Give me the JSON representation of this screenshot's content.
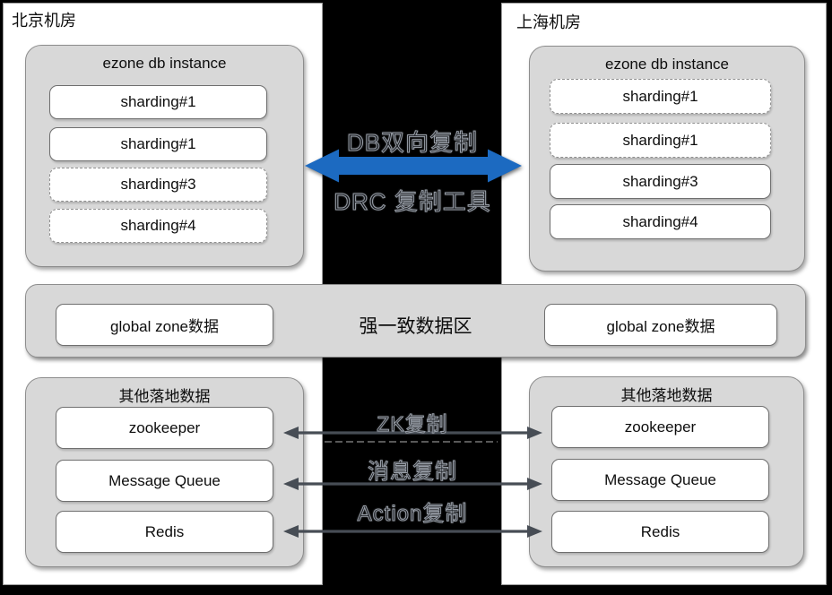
{
  "beijing": {
    "title": "北京机房",
    "db": {
      "title": "ezone db instance",
      "shards": [
        {
          "label": "sharding#1",
          "border": "solid"
        },
        {
          "label": "sharding#1",
          "border": "solid"
        },
        {
          "label": "sharding#3",
          "border": "dashed"
        },
        {
          "label": "sharding#4",
          "border": "dashed"
        }
      ]
    },
    "global_zone": "global zone数据",
    "other": {
      "title": "其他落地数据",
      "items": [
        "zookeeper",
        "Message Queue",
        "Redis"
      ]
    }
  },
  "shanghai": {
    "title": "上海机房",
    "db": {
      "title": "ezone db instance",
      "shards": [
        {
          "label": "sharding#1",
          "border": "dashed"
        },
        {
          "label": "sharding#1",
          "border": "dashed"
        },
        {
          "label": "sharding#3",
          "border": "solid"
        },
        {
          "label": "sharding#4",
          "border": "solid"
        }
      ]
    },
    "global_zone": "global zone数据",
    "other": {
      "title": "其他落地数据",
      "items": [
        "zookeeper",
        "Message Queue",
        "Redis"
      ]
    }
  },
  "center": {
    "db_replication": "DB双向复制",
    "drc_tool": "DRC 复制工具",
    "strong_consistency": "强一致数据区",
    "links": [
      "ZK复制",
      "消息复制",
      "Action复制"
    ],
    "colors": {
      "arrow_blue": "#1c6ac1",
      "arrow_gray": "#474d55",
      "hairline": "#cfcfcf",
      "panel_gray": "#d8d8d8"
    }
  }
}
